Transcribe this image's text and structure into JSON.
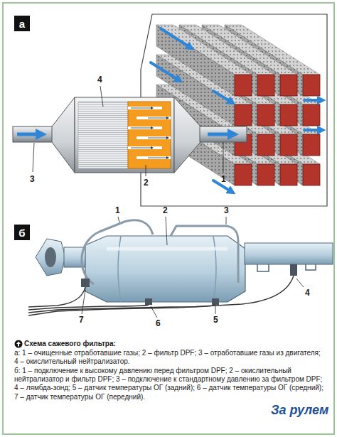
{
  "diagram": {
    "caption": "Схема сажевого фильтра:",
    "nodes": [
      {
        "text": [
          "а"
        ]
      },
      {
        "text": [
          "б"
        ]
      }
    ],
    "labels": [
      "4",
      "3",
      "2",
      "1",
      "1",
      "2",
      "3",
      "4",
      "5",
      "6",
      "7",
      "а: 1 – очищенные отработавшие газы; 2 – фильтр DPF; 3 – отработавшие газы из двигателя; 4 – окислительный нейтрализатор.",
      "б: 1 – подключение к высокому давлению перед фильтром DPF; 2 – окислительный нейтрализатор и фильтр DPF; 3 – подключение к стандартному давлению за фильтром DPF; 4 – лямбда-зонд; 5 – датчик температуры ОГ (задний); 6 – датчик температуры ОГ (средний); 7 – датчик температуры ОГ (передний).",
      "За рулем"
    ]
  }
}
